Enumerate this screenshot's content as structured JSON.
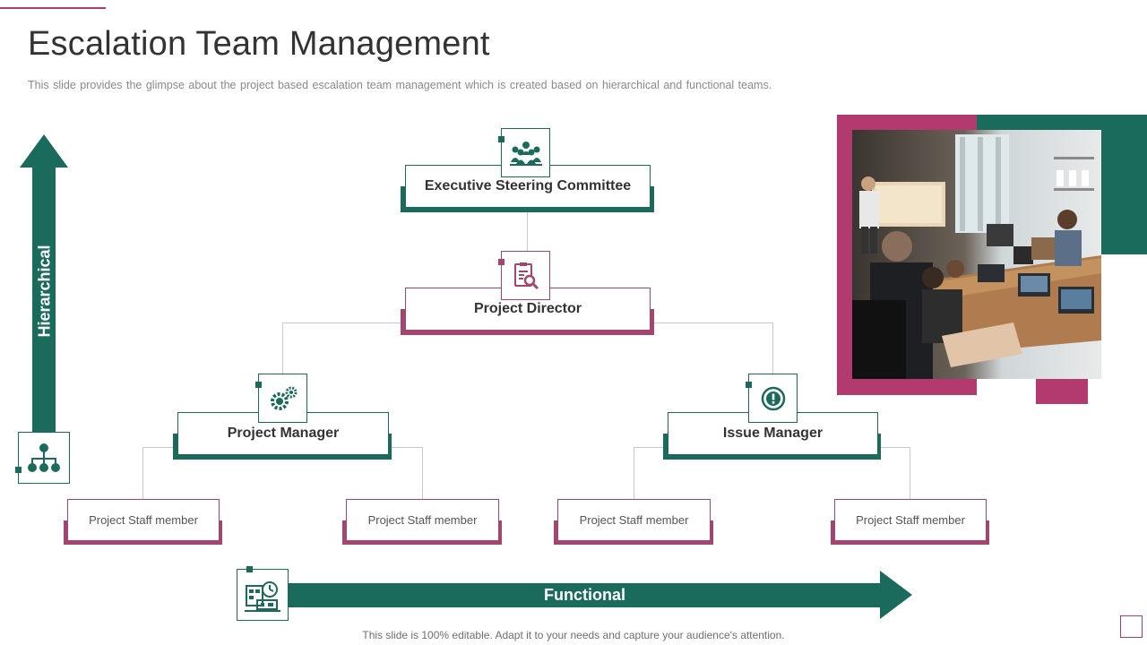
{
  "slide": {
    "title": "Escalation Team Management",
    "subtitle": "This slide provides  the glimpse about the project based escalation team management  which is created based on hierarchical  and functional teams.",
    "footer": "This slide is 100% editable. Adapt it to your needs and capture your audience's attention."
  },
  "axes": {
    "vertical_label": "Hierarchical",
    "horizontal_label": "Functional"
  },
  "org": {
    "executive": "Executive Steering Committee",
    "director": "Project Director",
    "project_manager": "Project Manager",
    "issue_manager": "Issue Manager",
    "staff": [
      "Project Staff member",
      "Project Staff member",
      "Project Staff member",
      "Project Staff member"
    ]
  },
  "icons": {
    "executive": "team-icon",
    "director": "document-search-icon",
    "project_manager": "gears-icon",
    "issue_manager": "alert-icon",
    "hierarchy": "org-chart-icon",
    "functional": "schedule-plan-icon",
    "photo": "meeting-photo"
  },
  "colors": {
    "green": "#1a6b5c",
    "pink": "#b23a6e",
    "text": "#333333",
    "muted": "#8a8a8a"
  }
}
